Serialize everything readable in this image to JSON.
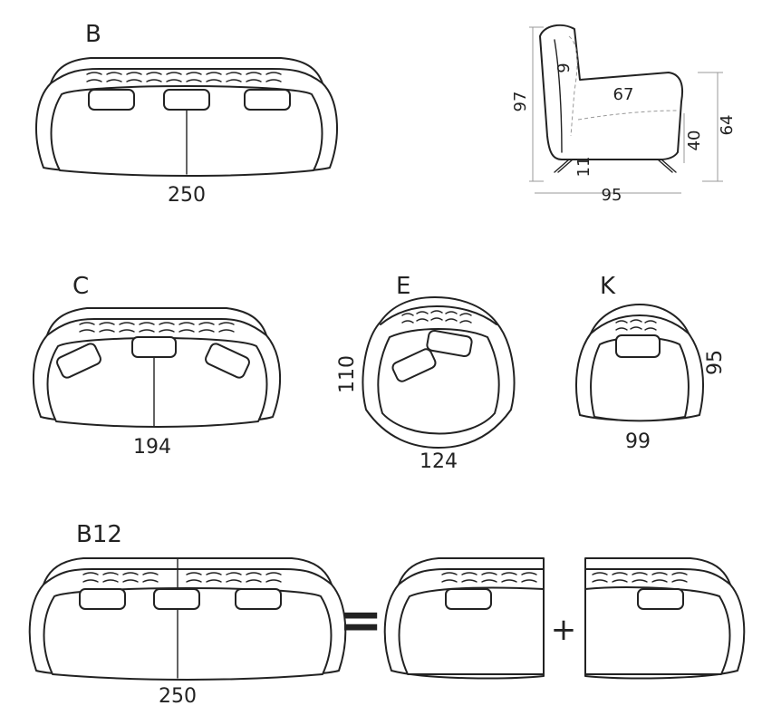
{
  "labels": {
    "b": "B",
    "c": "C",
    "e": "E",
    "k": "K",
    "b12": "B12"
  },
  "dimensions": {
    "b_width": "250",
    "c_width": "194",
    "e_height": "110",
    "e_width": "124",
    "k_height": "95",
    "k_width": "99",
    "b12_width": "250",
    "side_height": "97",
    "side_seat_depth": "67",
    "side_back": "9",
    "side_seat_height": "40",
    "side_arm_height": "64",
    "side_leg": "11",
    "side_depth": "95"
  },
  "symbols": {
    "equals": "=",
    "plus": "+"
  }
}
